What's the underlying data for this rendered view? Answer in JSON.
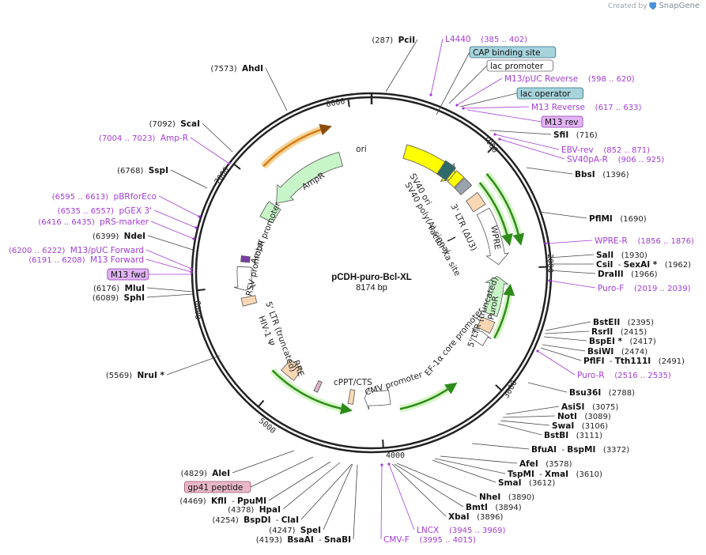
{
  "header": {
    "created_by": "Created by",
    "brand": "SnapGene"
  },
  "plasmid": {
    "name": "pCDH-puro-Bcl-XL",
    "length_label": "8174 bp"
  },
  "ticks": [
    "1000",
    "2000",
    "3000",
    "4000",
    "5000",
    "6000",
    "7000",
    "8000"
  ],
  "site_labels": [
    {
      "id": "pcii",
      "parts": [
        [
          "(287)",
          "n"
        ],
        [
          "  ",
          "s"
        ],
        [
          "PciI",
          "b"
        ]
      ]
    },
    {
      "id": "l4440",
      "parts": [
        [
          "L4440",
          "p"
        ],
        [
          "    (385 .. 402)",
          "pn"
        ]
      ]
    },
    {
      "id": "cap",
      "parts": [
        [
          "CAP binding site",
          "box_teal"
        ]
      ]
    },
    {
      "id": "lacprom",
      "parts": [
        [
          "lac promoter",
          "box_white"
        ]
      ]
    },
    {
      "id": "m13puc_rev",
      "parts": [
        [
          "M13/pUC Reverse",
          "p"
        ],
        [
          "    (598 .. 620)",
          "pn"
        ]
      ]
    },
    {
      "id": "lacop",
      "parts": [
        [
          "lac operator",
          "box_teal"
        ]
      ]
    },
    {
      "id": "m13reverse",
      "parts": [
        [
          "M13 Reverse",
          "p"
        ],
        [
          "    (617 .. 633)",
          "pn"
        ]
      ]
    },
    {
      "id": "m13rev",
      "parts": [
        [
          "M13 rev",
          "box_purple"
        ]
      ]
    },
    {
      "id": "sfii",
      "parts": [
        [
          "SfiI",
          "b"
        ],
        [
          "   (716)",
          "n"
        ]
      ]
    },
    {
      "id": "ebvrev",
      "parts": [
        [
          "EBV-rev",
          "p"
        ],
        [
          "    (852 .. 871)",
          "pn"
        ]
      ]
    },
    {
      "id": "sv40par",
      "parts": [
        [
          "SV40pA-R",
          "p"
        ],
        [
          "    (906 .. 925)",
          "pn"
        ]
      ]
    },
    {
      "id": "bbsi",
      "parts": [
        [
          "BbsI",
          "b"
        ],
        [
          "   (1396)",
          "n"
        ]
      ]
    },
    {
      "id": "pflmi",
      "parts": [
        [
          "PflMI",
          "b"
        ],
        [
          "   (1690)",
          "n"
        ]
      ]
    },
    {
      "id": "wprer",
      "parts": [
        [
          "WPRE-R",
          "p"
        ],
        [
          "    (1856 .. 1876)",
          "pn"
        ]
      ]
    },
    {
      "id": "sali",
      "parts": [
        [
          "SalI",
          "b"
        ],
        [
          "   (1930)",
          "n"
        ]
      ]
    },
    {
      "id": "csii",
      "parts": [
        [
          "CsiI",
          "b"
        ],
        [
          "  - ",
          "n"
        ],
        [
          "SexAI *",
          "b"
        ],
        [
          "   (1962)",
          "n"
        ]
      ]
    },
    {
      "id": "draiii",
      "parts": [
        [
          "DraIII",
          "b"
        ],
        [
          "   (1966)",
          "n"
        ]
      ]
    },
    {
      "id": "purof",
      "parts": [
        [
          "Puro-F",
          "p"
        ],
        [
          "    (2019 .. 2039)",
          "pn"
        ]
      ]
    },
    {
      "id": "bsteii",
      "parts": [
        [
          "BstEII",
          "b"
        ],
        [
          "   (2395)",
          "n"
        ]
      ]
    },
    {
      "id": "rsrii",
      "parts": [
        [
          "RsrII",
          "b"
        ],
        [
          "   (2415)",
          "n"
        ]
      ]
    },
    {
      "id": "bspei",
      "parts": [
        [
          "BspEI *",
          "b"
        ],
        [
          "   (2417)",
          "n"
        ]
      ]
    },
    {
      "id": "bsiwi",
      "parts": [
        [
          "BsiWI",
          "b"
        ],
        [
          "   (2474)",
          "n"
        ]
      ]
    },
    {
      "id": "pflfi",
      "parts": [
        [
          "PflFI",
          "b"
        ],
        [
          "  - ",
          "n"
        ],
        [
          "Tth111I",
          "b"
        ],
        [
          "   (2491)",
          "n"
        ]
      ]
    },
    {
      "id": "puror",
      "parts": [
        [
          "Puro-R",
          "p"
        ],
        [
          "    (2516 .. 2535)",
          "pn"
        ]
      ]
    },
    {
      "id": "bsu36i",
      "parts": [
        [
          "Bsu36I",
          "b"
        ],
        [
          "   (2788)",
          "n"
        ]
      ]
    },
    {
      "id": "asisi",
      "parts": [
        [
          "AsiSI",
          "b"
        ],
        [
          "   (3075)",
          "n"
        ]
      ]
    },
    {
      "id": "noti",
      "parts": [
        [
          "NotI",
          "b"
        ],
        [
          "   (3089)",
          "n"
        ]
      ]
    },
    {
      "id": "swai",
      "parts": [
        [
          "SwaI",
          "b"
        ],
        [
          "   (3106)",
          "n"
        ]
      ]
    },
    {
      "id": "bstbi",
      "parts": [
        [
          "BstBI",
          "b"
        ],
        [
          "   (3111)",
          "n"
        ]
      ]
    },
    {
      "id": "bfuai",
      "parts": [
        [
          "BfuAI",
          "b"
        ],
        [
          "  - ",
          "n"
        ],
        [
          "BspMI",
          "b"
        ],
        [
          "   (3372)",
          "n"
        ]
      ]
    },
    {
      "id": "afei",
      "parts": [
        [
          "AfeI",
          "b"
        ],
        [
          "   (3578)",
          "n"
        ]
      ]
    },
    {
      "id": "tspmi",
      "parts": [
        [
          "TspMI",
          "b"
        ],
        [
          "  - ",
          "n"
        ],
        [
          "XmaI",
          "b"
        ],
        [
          "   (3610)",
          "n"
        ]
      ]
    },
    {
      "id": "smai",
      "parts": [
        [
          "SmaI",
          "b"
        ],
        [
          "   (3612)",
          "n"
        ]
      ]
    },
    {
      "id": "nhei",
      "parts": [
        [
          "NheI",
          "b"
        ],
        [
          "   (3890)",
          "n"
        ]
      ]
    },
    {
      "id": "bmti",
      "parts": [
        [
          "BmtI",
          "b"
        ],
        [
          "   (3894)",
          "n"
        ]
      ]
    },
    {
      "id": "xbai",
      "parts": [
        [
          "XbaI",
          "b"
        ],
        [
          "   (3896)",
          "n"
        ]
      ]
    },
    {
      "id": "lncx",
      "parts": [
        [
          "LNCX",
          "p"
        ],
        [
          "    (3945 .. 3969)",
          "pn"
        ]
      ]
    },
    {
      "id": "cmvf",
      "parts": [
        [
          "CMV-F",
          "p"
        ],
        [
          "    (3995 .. 4015)",
          "pn"
        ]
      ]
    },
    {
      "id": "bsaai",
      "parts": [
        [
          "(4193)",
          "n"
        ],
        [
          "  ",
          "s"
        ],
        [
          "BsaAI",
          "b"
        ],
        [
          "  - ",
          "n"
        ],
        [
          "SnaBI",
          "b"
        ]
      ]
    },
    {
      "id": "spei",
      "parts": [
        [
          "(4247)",
          "n"
        ],
        [
          "  ",
          "s"
        ],
        [
          "SpeI",
          "b"
        ]
      ]
    },
    {
      "id": "bspdi",
      "parts": [
        [
          "(4254)",
          "n"
        ],
        [
          "  ",
          "s"
        ],
        [
          "BspDI",
          "b"
        ],
        [
          "  - ",
          "n"
        ],
        [
          "ClaI",
          "b"
        ]
      ]
    },
    {
      "id": "hpai",
      "parts": [
        [
          "(4378)",
          "n"
        ],
        [
          "  ",
          "s"
        ],
        [
          "HpaI",
          "b"
        ]
      ]
    },
    {
      "id": "kfli",
      "parts": [
        [
          "(4469)",
          "n"
        ],
        [
          "  ",
          "s"
        ],
        [
          "KflI",
          "b"
        ],
        [
          "  - ",
          "n"
        ],
        [
          "PpuMI",
          "b"
        ]
      ]
    },
    {
      "id": "gp41",
      "parts": [
        [
          "gp41 peptide",
          "box_pink"
        ]
      ]
    },
    {
      "id": "alei",
      "parts": [
        [
          "(4829)",
          "n"
        ],
        [
          "  ",
          "s"
        ],
        [
          "AleI",
          "b"
        ]
      ]
    },
    {
      "id": "nrui",
      "parts": [
        [
          "(5569)",
          "n"
        ],
        [
          "  ",
          "s"
        ],
        [
          "NruI *",
          "b"
        ]
      ]
    },
    {
      "id": "sphi",
      "parts": [
        [
          "(6089)",
          "n"
        ],
        [
          "  ",
          "s"
        ],
        [
          "SphI",
          "b"
        ]
      ]
    },
    {
      "id": "mlui",
      "parts": [
        [
          "(6176)",
          "n"
        ],
        [
          "  ",
          "s"
        ],
        [
          "MluI",
          "b"
        ]
      ]
    },
    {
      "id": "m13fwd",
      "parts": [
        [
          "M13 fwd",
          "box_purple"
        ]
      ]
    },
    {
      "id": "m13forward",
      "parts": [
        [
          "(6191 .. 6208)",
          "pn"
        ],
        [
          "  ",
          "s"
        ],
        [
          "M13 Forward",
          "p"
        ]
      ]
    },
    {
      "id": "m13puc_fwd",
      "parts": [
        [
          "(6200 .. 6222)",
          "pn"
        ],
        [
          "  ",
          "s"
        ],
        [
          "M13/pUC Forward",
          "p"
        ]
      ]
    },
    {
      "id": "ndei",
      "parts": [
        [
          "(6399)",
          "n"
        ],
        [
          "  ",
          "s"
        ],
        [
          "NdeI",
          "b"
        ]
      ]
    },
    {
      "id": "prsmarker",
      "parts": [
        [
          "(6416 .. 6435)",
          "pn"
        ],
        [
          "  ",
          "s"
        ],
        [
          "pRS-marker",
          "p"
        ]
      ]
    },
    {
      "id": "pgex3",
      "parts": [
        [
          "(6535 .. 6557)",
          "pn"
        ],
        [
          "  ",
          "s"
        ],
        [
          "pGEX 3'",
          "p"
        ]
      ]
    },
    {
      "id": "pbrforeco",
      "parts": [
        [
          "(6595 .. 6613)",
          "pn"
        ],
        [
          "  ",
          "s"
        ],
        [
          "pBRforEco",
          "p"
        ]
      ]
    },
    {
      "id": "sspi",
      "parts": [
        [
          "(6768)",
          "n"
        ],
        [
          "  ",
          "s"
        ],
        [
          "SspI",
          "b"
        ]
      ]
    },
    {
      "id": "ampr_primer",
      "parts": [
        [
          "(7004 .. 7023)",
          "pn"
        ],
        [
          "  ",
          "s"
        ],
        [
          "Amp-R",
          "p"
        ]
      ]
    },
    {
      "id": "scai",
      "parts": [
        [
          "(7092)",
          "n"
        ],
        [
          "  ",
          "s"
        ],
        [
          "ScaI",
          "b"
        ]
      ]
    },
    {
      "id": "ahdi",
      "parts": [
        [
          "(7573)",
          "n"
        ],
        [
          "  ",
          "s"
        ],
        [
          "AhdI",
          "b"
        ]
      ]
    }
  ],
  "feature_labels": {
    "ori": "ori",
    "ampr": "AmpR",
    "ampr_promoter": "AmpR promoter",
    "sv40_ori": "SV40 ori",
    "sv40_polya": "SV40 poly(A) signal",
    "ltr3": "3' LTR (ΔU3)",
    "wpre": "WPRE",
    "factor_xa": "Factor Xa site",
    "puror": "PuroR",
    "ltr5_trunc_r": "5' LTR (truncated)",
    "ef1a": "EF-1α core promoter",
    "cmv": "CMV promoter",
    "cppt": "cPPT/CTS",
    "rre": "RRE",
    "hiv_psi": "HIV-1 Ψ",
    "ltr5_trunc_l": "5' LTR (truncated)",
    "rsv": "RSV promoter"
  },
  "colors": {
    "backbone": "#222222",
    "site_purple": "#a23cd6",
    "feature_green_light": "#c8f5c8",
    "feature_peach": "#fad7b4",
    "feature_yellow": "#ffff00",
    "feature_teal": "#a7d3dc",
    "arc_green": "#2e8b1a",
    "arc_orange": "#d47c14"
  }
}
